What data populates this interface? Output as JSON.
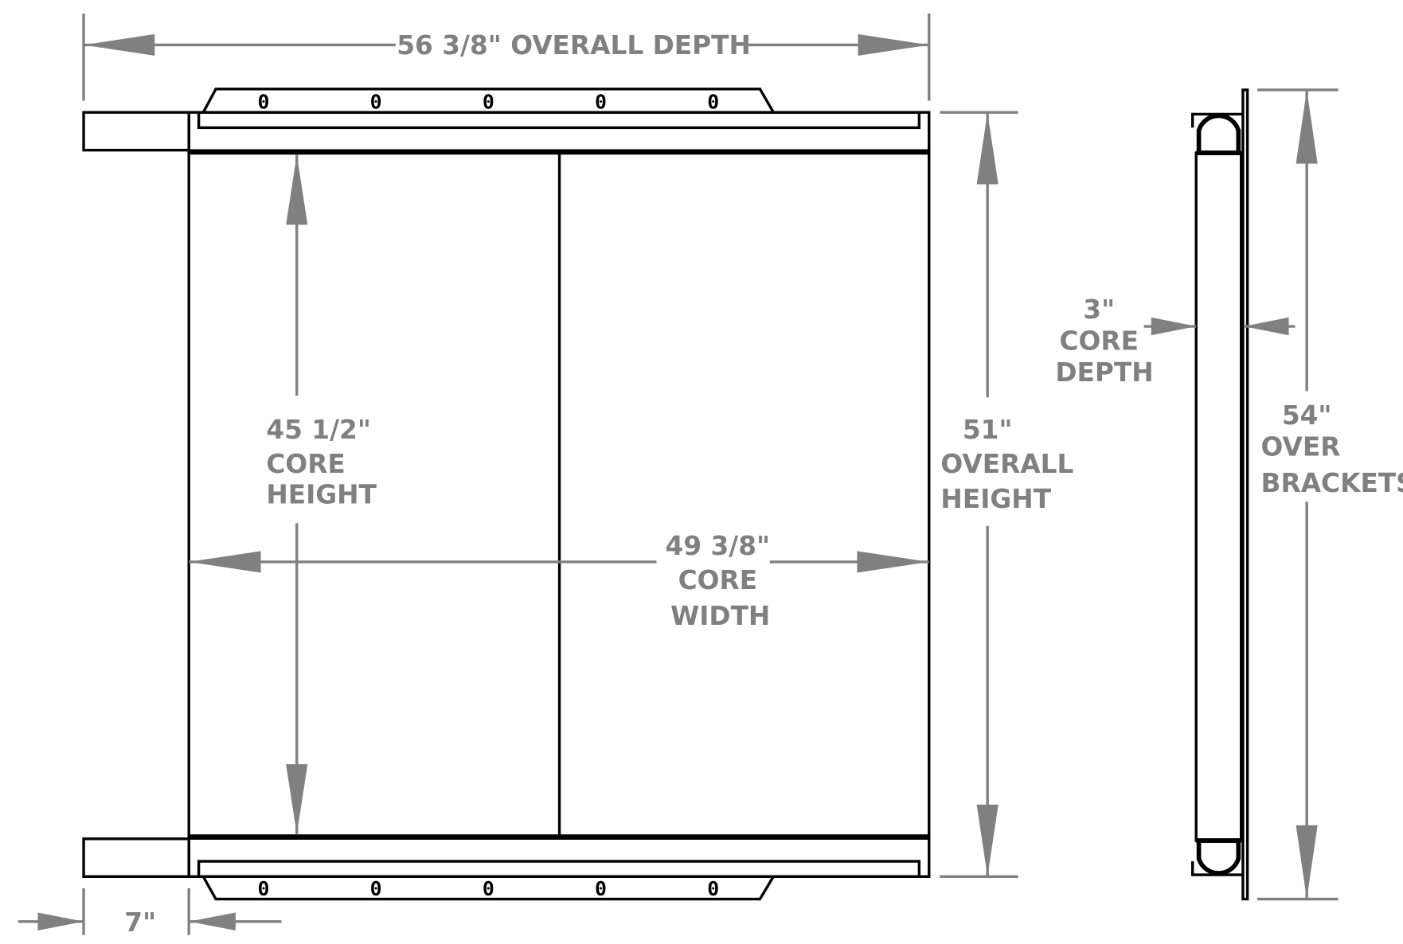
{
  "dimensions": {
    "overall_depth": "56 3/8\" OVERALL DEPTH",
    "core_height": [
      "45 1/2\"",
      "CORE",
      "HEIGHT"
    ],
    "core_width": [
      "49 3/8\"",
      "CORE",
      "WIDTH"
    ],
    "overall_height": [
      "51\"",
      "OVERALL",
      "HEIGHT"
    ],
    "core_depth": [
      "3\"",
      "CORE",
      "DEPTH"
    ],
    "over_brackets": [
      "54\"",
      "OVER",
      "BRACKETS"
    ],
    "stub_width": "7\""
  },
  "bracket_holes": [
    "0",
    "0",
    "0",
    "0",
    "0"
  ],
  "colors": {
    "dimension": "#808080",
    "outline": "#000000"
  }
}
